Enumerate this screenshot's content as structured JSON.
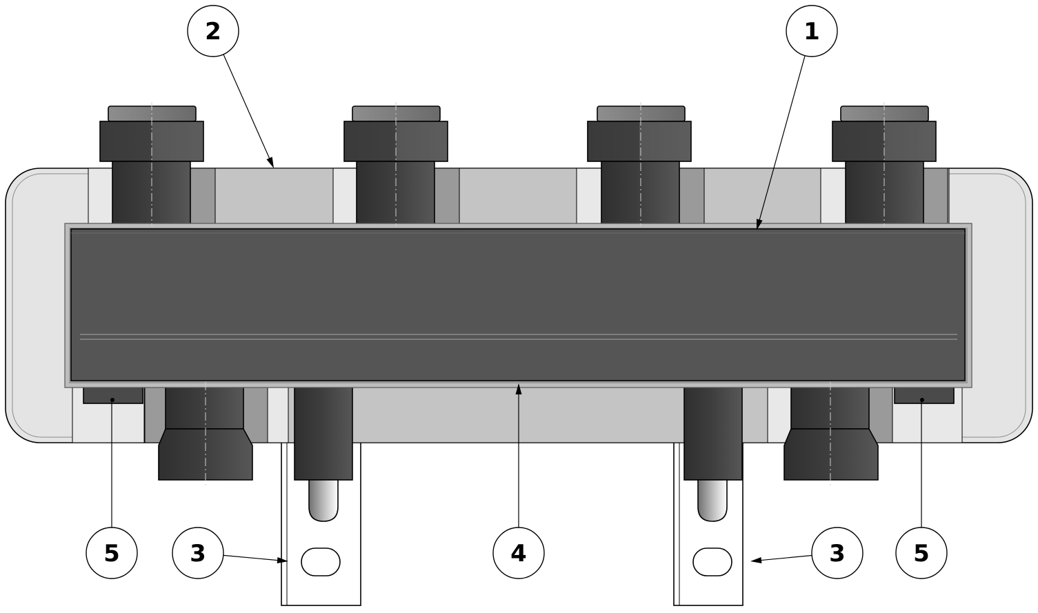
{
  "colors": {
    "insulation": "#c4c4c4",
    "insulation_light": "#e4e4e4",
    "body": "#555555",
    "fitting": "#4e4e4e",
    "fitting_dark": "#2f2f2f",
    "bracket": "#ffffff"
  },
  "balloons": [
    {
      "label": "2",
      "part": "insulation-shell"
    },
    {
      "label": "1",
      "part": "manifold-body"
    },
    {
      "label": "5",
      "part": "drain-plug-left"
    },
    {
      "label": "3",
      "part": "mounting-bracket-left"
    },
    {
      "label": "4",
      "part": "manifold-bottom-edge"
    },
    {
      "label": "3",
      "part": "mounting-bracket-right"
    },
    {
      "label": "5",
      "part": "drain-plug-right"
    }
  ]
}
